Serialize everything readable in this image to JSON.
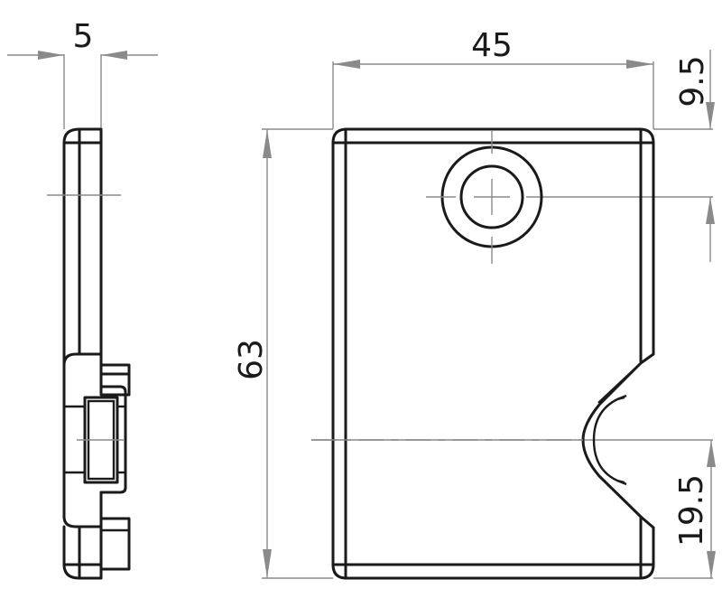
{
  "drawing": {
    "type": "technical-drawing",
    "units": "mm",
    "views": [
      "side-view",
      "front-view"
    ],
    "colors": {
      "outline": "#1a1a1a",
      "dimension": "#8a8a8a",
      "background": "#ffffff"
    }
  },
  "dimensions": {
    "thickness": {
      "label": "5",
      "value": 5
    },
    "width": {
      "label": "45",
      "value": 45
    },
    "hole_offset_top": {
      "label": "9.5",
      "value": 9.5
    },
    "height": {
      "label": "63",
      "value": 63
    },
    "notch_offset_bottom": {
      "label": "19.5",
      "value": 19.5
    }
  }
}
